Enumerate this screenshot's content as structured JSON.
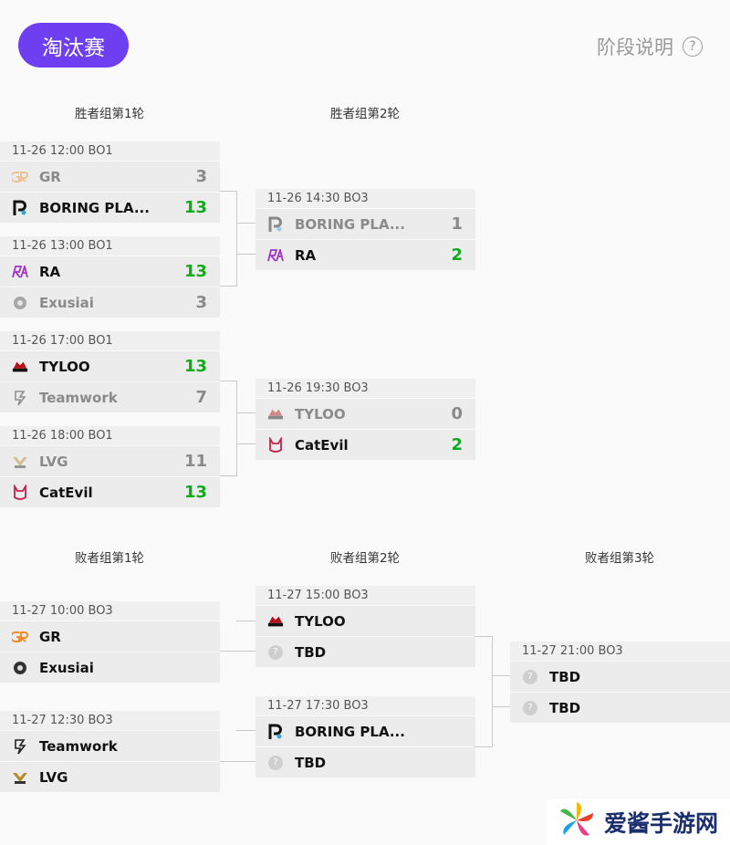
{
  "header": {
    "tab_label": "淘汰赛",
    "stage_info_label": "阶段说明",
    "help_icon": "?"
  },
  "rounds": {
    "wr1": "胜者组第1轮",
    "wr2": "胜者组第2轮",
    "lr1": "败者组第1轮",
    "lr2": "败者组第2轮",
    "lr3": "败者组第3轮"
  },
  "matches": {
    "w1": {
      "time": "11-26 12:00 BO1",
      "t1": {
        "name": "GR",
        "score": "3"
      },
      "t2": {
        "name": "BORING PLA...",
        "score": "13"
      }
    },
    "w2": {
      "time": "11-26 13:00 BO1",
      "t1": {
        "name": "RA",
        "score": "13"
      },
      "t2": {
        "name": "Exusiai",
        "score": "3"
      }
    },
    "w3": {
      "time": "11-26 17:00 BO1",
      "t1": {
        "name": "TYLOO",
        "score": "13"
      },
      "t2": {
        "name": "Teamwork",
        "score": "7"
      }
    },
    "w4": {
      "time": "11-26 18:00 BO1",
      "t1": {
        "name": "LVG",
        "score": "11"
      },
      "t2": {
        "name": "CatEvil",
        "score": "13"
      }
    },
    "w5": {
      "time": "11-26 14:30 BO3",
      "t1": {
        "name": "BORING PLA...",
        "score": "1"
      },
      "t2": {
        "name": "RA",
        "score": "2"
      }
    },
    "w6": {
      "time": "11-26 19:30 BO3",
      "t1": {
        "name": "TYLOO",
        "score": "0"
      },
      "t2": {
        "name": "CatEvil",
        "score": "2"
      }
    },
    "l1": {
      "time": "11-27 10:00 BO3",
      "t1": {
        "name": "GR"
      },
      "t2": {
        "name": "Exusiai"
      }
    },
    "l2": {
      "time": "11-27 12:30 BO3",
      "t1": {
        "name": "Teamwork"
      },
      "t2": {
        "name": "LVG"
      }
    },
    "l3": {
      "time": "11-27 15:00 BO3",
      "t1": {
        "name": "TYLOO"
      },
      "t2": {
        "name": "TBD"
      }
    },
    "l4": {
      "time": "11-27 17:30 BO3",
      "t1": {
        "name": "BORING PLA..."
      },
      "t2": {
        "name": "TBD"
      }
    },
    "l5": {
      "time": "11-27 21:00 BO3",
      "t1": {
        "name": "TBD"
      },
      "t2": {
        "name": "TBD"
      }
    }
  },
  "watermark": {
    "text": "爱酱手游网"
  },
  "colors": {
    "accent": "#6d3ff0",
    "win": "#14a81e",
    "lose": "#8a8a8a"
  }
}
